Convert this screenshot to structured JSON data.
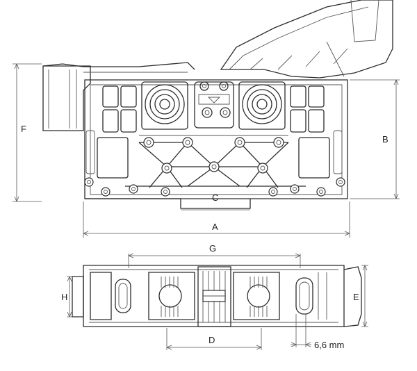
{
  "labels": {
    "a": "A",
    "b": "B",
    "c": "C",
    "d": "D",
    "e": "E",
    "f": "F",
    "g": "G",
    "h": "H",
    "slot_width": "6,6 mm"
  },
  "colors": {
    "line": "#2b2b2b",
    "dimension": "#555555",
    "background": "#ffffff"
  }
}
